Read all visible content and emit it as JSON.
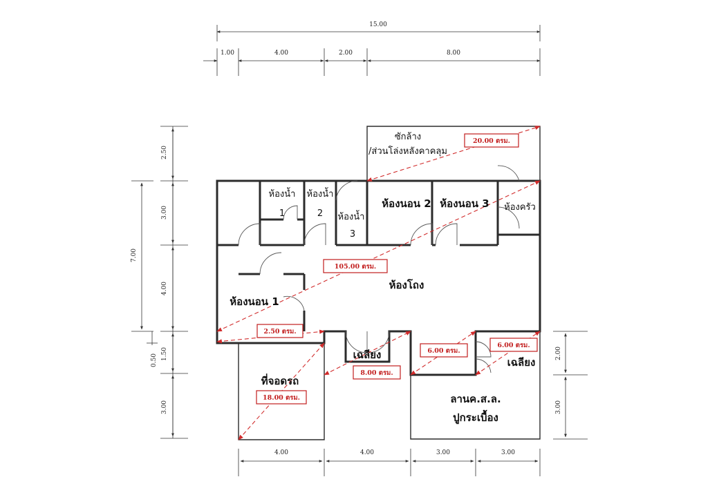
{
  "dimensions": {
    "top_total": "15.00",
    "top_1": "1.00",
    "top_2": "4.00",
    "top_3": "2.00",
    "top_4": "8.00",
    "bottom_1": "4.00",
    "bottom_2": "4.00",
    "bottom_3": "3.00",
    "bottom_4": "3.00",
    "left_1": "2.50",
    "left_2": "3.00",
    "left_3": "4.00",
    "left_4": "1.50",
    "left_5": "3.00",
    "left_total": "7.00",
    "left_small": "0.50",
    "right_1": "2.00",
    "right_2": "3.00"
  },
  "rooms": {
    "laundry_line1": "ซักล้าง",
    "laundry_line2": "/ส่วนโล่งหลังคาคลุม",
    "bath1": "ห้องน้ำ",
    "bath1_num": "1",
    "bath2": "ห้องน้ำ",
    "bath2_num": "2",
    "bath3": "ห้องน้ำ",
    "bath3_num": "3",
    "bed2": "ห้องนอน 2",
    "bed3": "ห้องนอน 3",
    "kitchen": "ห้องครัว",
    "hall": "ห้องโถง",
    "bed1": "ห้องนอน 1",
    "porch_center": "เฉลียง",
    "porch_right": "เฉลียง",
    "parking": "ที่จอดรถ",
    "courtyard_line1": "ลานค.ส.ล.",
    "courtyard_line2": "ปูกระเบื้อง"
  },
  "areas": {
    "laundry": "20.00 ตรม.",
    "main": "105.00 ตรม.",
    "strip": "2.50 ตรม.",
    "porch_center": "8.00 ตรม.",
    "porch_right_a": "6.00 ตรม.",
    "porch_right_b": "6.00 ตรม.",
    "parking": "18.00 ตรม."
  },
  "colors": {
    "area_annotation": "#c21d1d",
    "walls": "#2b2b2b"
  }
}
